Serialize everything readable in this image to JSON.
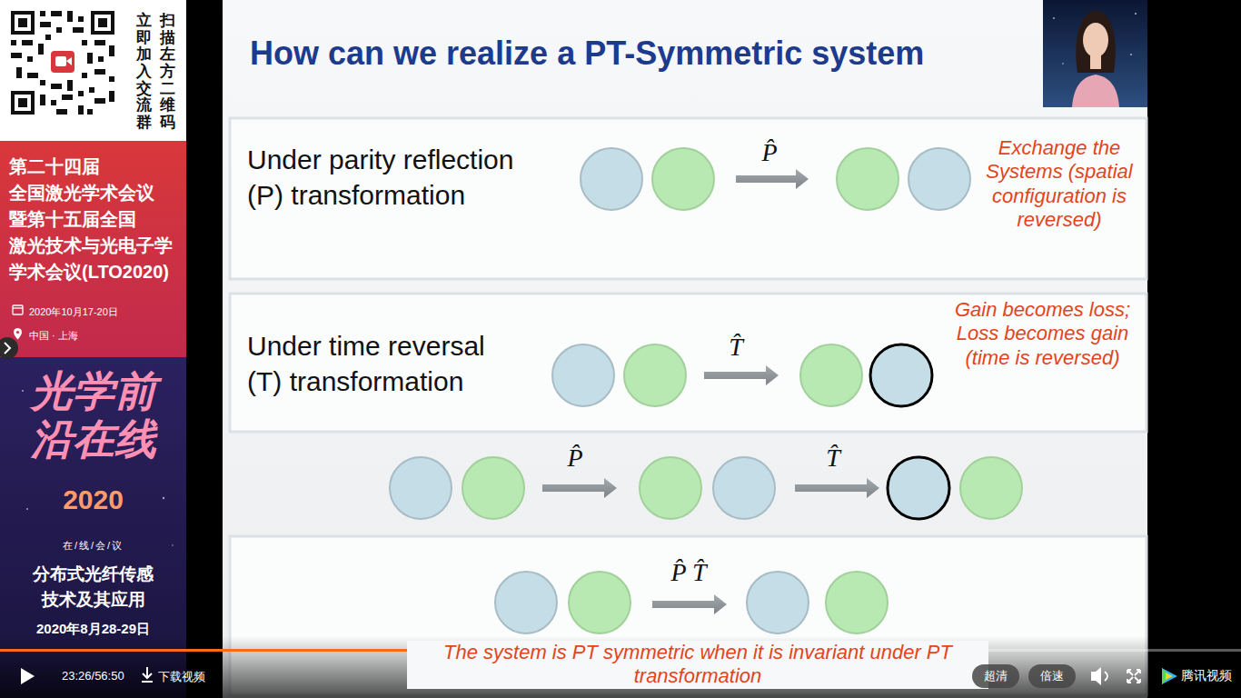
{
  "diagram": {
    "title": "How can we realize a PT-Symmetric system",
    "nodes": [
      {
        "text": [
          "第二十四届 全国激光学术会议 暨第十五届全国 激光技术与光电子学 学术会议(LTO2020)",
          "2020年10月17-20日",
          "中国 · 上海"
        ]
      },
      {
        "text": [
          "光学前沿在线",
          "2020",
          "在/线/会/议",
          "分布式光纤传感 技术及其应用",
          "2020年8月28-29日"
        ]
      },
      {
        "text": [
          "Under parity reflection (P) transformation",
          "Exchange the Systems (spatial configuration is reversed)"
        ]
      },
      {
        "text": [
          "Under time reversal (T) transformation",
          "Gain becomes loss; Loss becomes gain (time is reversed)"
        ]
      },
      {
        "text": [
          "The system is PT symmetric when it is invariant under PT transformation"
        ]
      },
      {
        "text": [
          "超清"
        ]
      },
      {
        "text": [
          "倍速"
        ]
      }
    ],
    "labels": [
      "扫描左方二维码",
      "立即加入交流群",
      "P̂",
      "T̂",
      "P̂",
      "T̂",
      "P̂ T̂",
      "23:26/56:50",
      "下载视频",
      "腾讯视频"
    ]
  }
}
